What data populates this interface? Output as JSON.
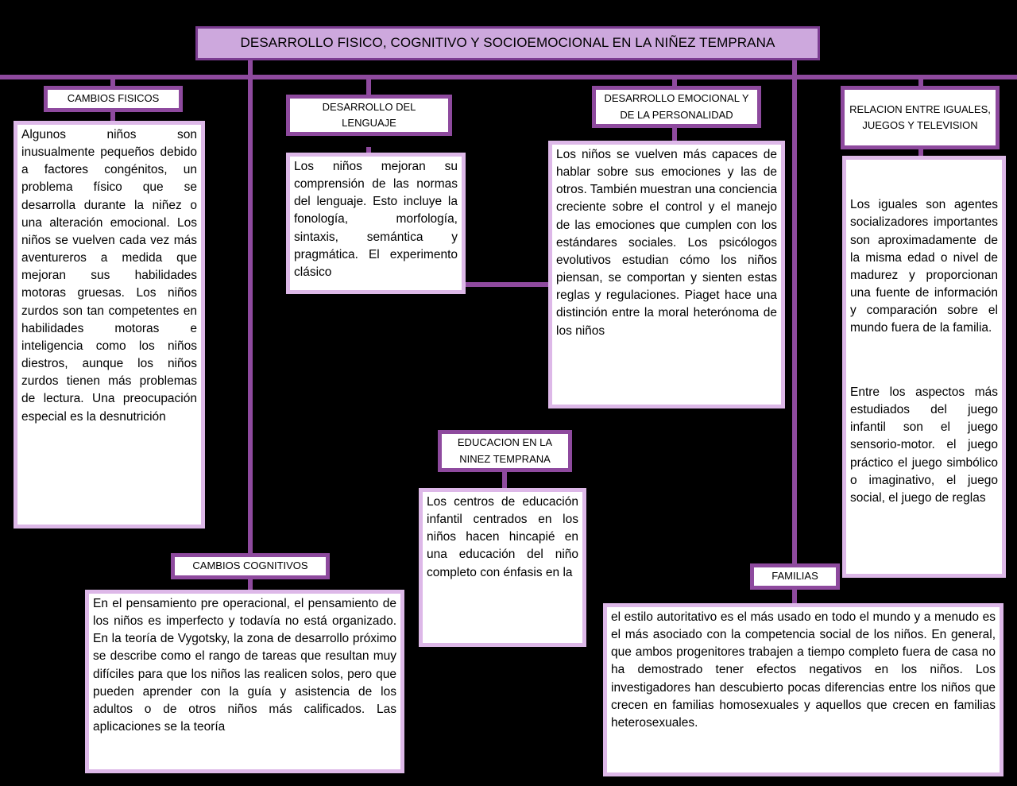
{
  "map": {
    "title": "DESARROLLO FISICO, COGNITIVO Y SOCIOEMOCIONAL EN LA NIÑEZ TEMPRANA",
    "accent_border": "#8e4a9e",
    "accent_fill": "#cda8dd",
    "soft_border": "#ddb8e8",
    "background": "#000000"
  },
  "nodes": {
    "cambios_fisicos": {
      "label": "CAMBIOS FISICOS",
      "text": "Algunos niños son inusualmente pequeños debido a factores congénitos, un problema físico que se desarrolla durante la niñez o una alteración emocional. Los niños se vuelven cada vez más aventureros a medida que mejoran sus habilidades motoras gruesas. Los niños zurdos son tan competentes en habilidades motoras e inteligencia como los niños diestros, aunque los niños zurdos tienen más problemas de lectura. Una preocupación especial es la desnutrición"
    },
    "desarrollo_lenguaje": {
      "label": "DESARROLLO DEL LENGUAJE",
      "text": "Los niños mejoran su comprensión de las normas del lenguaje. Esto incluye la fonología, morfología, sintaxis, semántica y pragmática. El experimento clásico"
    },
    "desarrollo_emocional": {
      "label": "DESARROLLO EMOCIONAL Y DE LA PERSONALIDAD",
      "text": "Los niños se vuelven más capaces de hablar sobre sus emociones y las de otros. También muestran una conciencia creciente sobre el control y el manejo de las emociones que cumplen con los estándares sociales. Los psicólogos evolutivos estudian cómo los niños piensan, se comportan y sienten estas reglas y regulaciones. Piaget hace una distinción entre la moral heterónoma de los niños"
    },
    "relacion_iguales": {
      "label": "RELACION ENTRE IGUALES, JUEGOS Y TELEVISION",
      "paragraph_1": "Los iguales son agentes socializadores importantes son aproximadamente de la misma edad o nivel de madurez y proporcionan una fuente de información y comparación sobre el mundo fuera de la familia.",
      "paragraph_2": "Entre los aspectos más estudiados del juego infantil son el juego sensorio-motor. el juego práctico el juego simbólico o imaginativo, el juego social, el juego de reglas"
    },
    "cambios_cognitivos": {
      "label": "CAMBIOS COGNITIVOS",
      "text": "En el pensamiento pre operacional, el pensamiento de los niños es imperfecto y todavía no está organizado. En la teoría de Vygotsky, la zona de desarrollo próximo se describe como el rango de tareas que resultan muy difíciles para que los niños las realicen solos, pero que pueden aprender con la guía y asistencia de los adultos o de otros niños más calificados. Las aplicaciones se la teoría"
    },
    "educacion": {
      "label": "EDUCACION EN LA NINEZ TEMPRANA",
      "text": "Los centros de educación infantil centrados en los niños hacen hincapié en una educación del niño completo con énfasis en la"
    },
    "familias": {
      "label": "FAMILIAS",
      "text": "el estilo autoritativo es el más usado en todo el mundo y a menudo es el más asociado con la competencia social de los niños. En general, que ambos progenitores trabajen a tiempo completo fuera de casa no ha demostrado tener efectos negativos en los niños. Los investigadores han descubierto pocas diferencias entre los niños que crecen en familias homosexuales y aquellos que crecen en familias heterosexuales."
    }
  }
}
